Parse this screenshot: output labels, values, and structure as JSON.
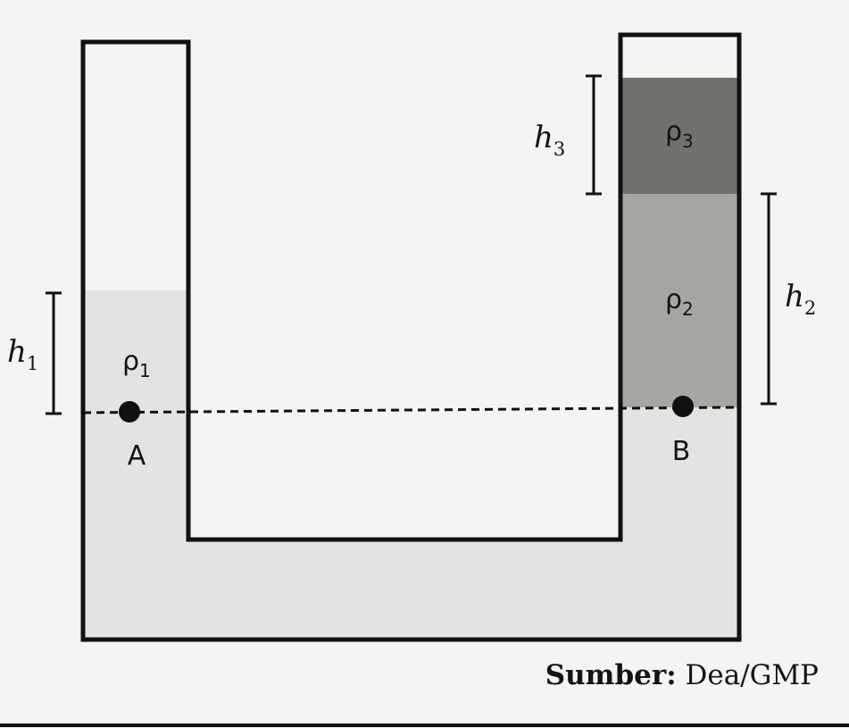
{
  "diagram": {
    "colors": {
      "background": "#f4f4f2",
      "outline": "#111111",
      "fluid_1": "#e3e3e3",
      "fluid_2": "#a5a7a1",
      "fluid_3": "#6f726d",
      "point": "#111111"
    },
    "fluids": [
      {
        "id": "fluid-1",
        "symbol": "ρ",
        "subscript": "1"
      },
      {
        "id": "fluid-2",
        "symbol": "ρ",
        "subscript": "2"
      },
      {
        "id": "fluid-3",
        "symbol": "ρ",
        "subscript": "3"
      }
    ],
    "heights": [
      {
        "id": "h1",
        "symbol": "h",
        "subscript": "1"
      },
      {
        "id": "h2",
        "symbol": "h",
        "subscript": "2"
      },
      {
        "id": "h3",
        "symbol": "h",
        "subscript": "3"
      }
    ],
    "points": [
      {
        "id": "point-a",
        "label": "A"
      },
      {
        "id": "point-b",
        "label": "B"
      }
    ]
  },
  "caption": {
    "label": "Sumber:",
    "value": " Dea/GMP"
  }
}
